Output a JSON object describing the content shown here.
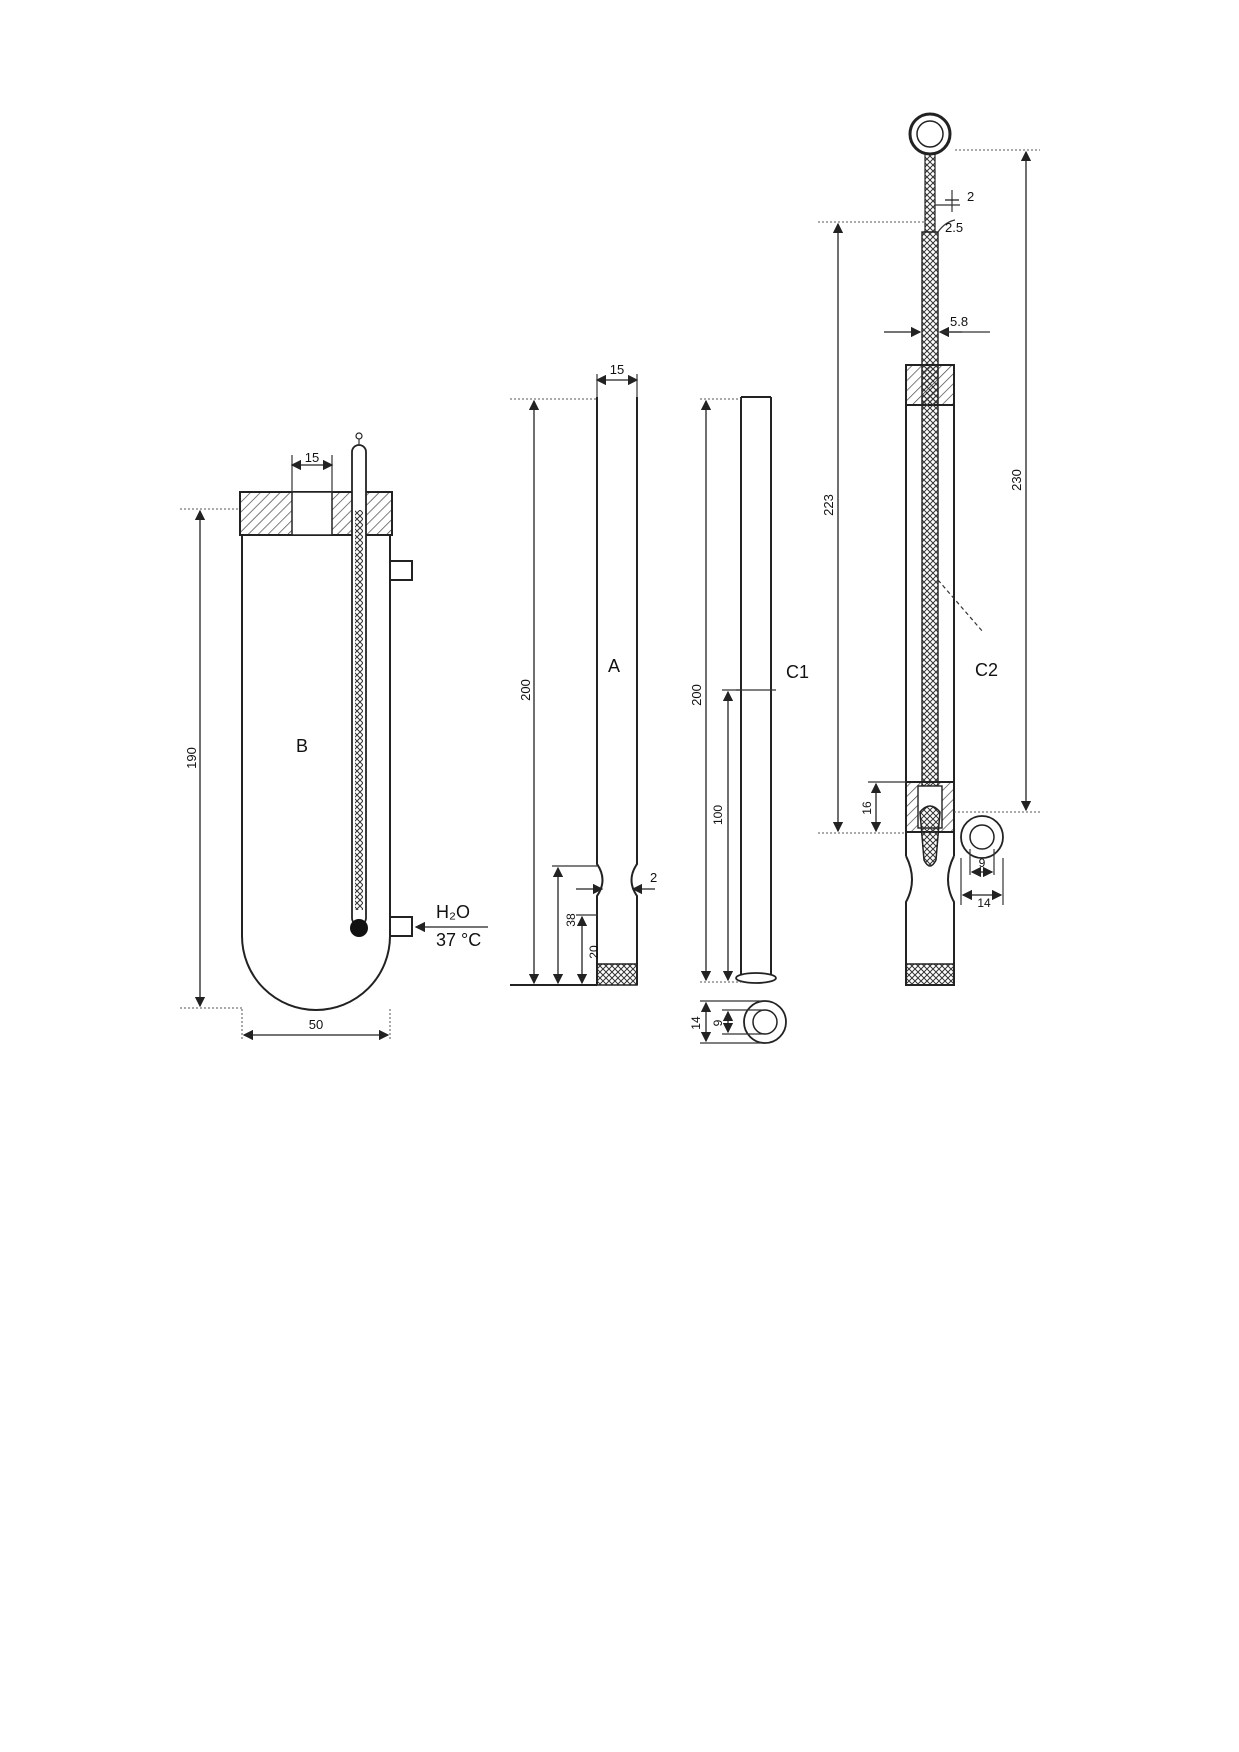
{
  "labels": {
    "bath": "B",
    "tube_a": "A",
    "tube_c1": "C1",
    "tube_c2": "C2",
    "water": "H₂O",
    "temp": "37 °C"
  },
  "dims": {
    "b_opening": "15",
    "b_height": "190",
    "b_width": "50",
    "a_width": "15",
    "a_height": "200",
    "a_neck": "2",
    "a_38": "38",
    "a_20": "20",
    "c1_height": "200",
    "c1_100": "100",
    "c1_outer": "14",
    "c1_inner": "9",
    "c2_2": "2",
    "c2_25": "2.5",
    "c2_58": "5.8",
    "c2_223": "223",
    "c2_230": "230",
    "c2_16": "16",
    "c2_inner": "9",
    "c2_outer": "14"
  },
  "colors": {
    "line": "#222222",
    "hatch": "#444444",
    "mercury": "#111111"
  }
}
